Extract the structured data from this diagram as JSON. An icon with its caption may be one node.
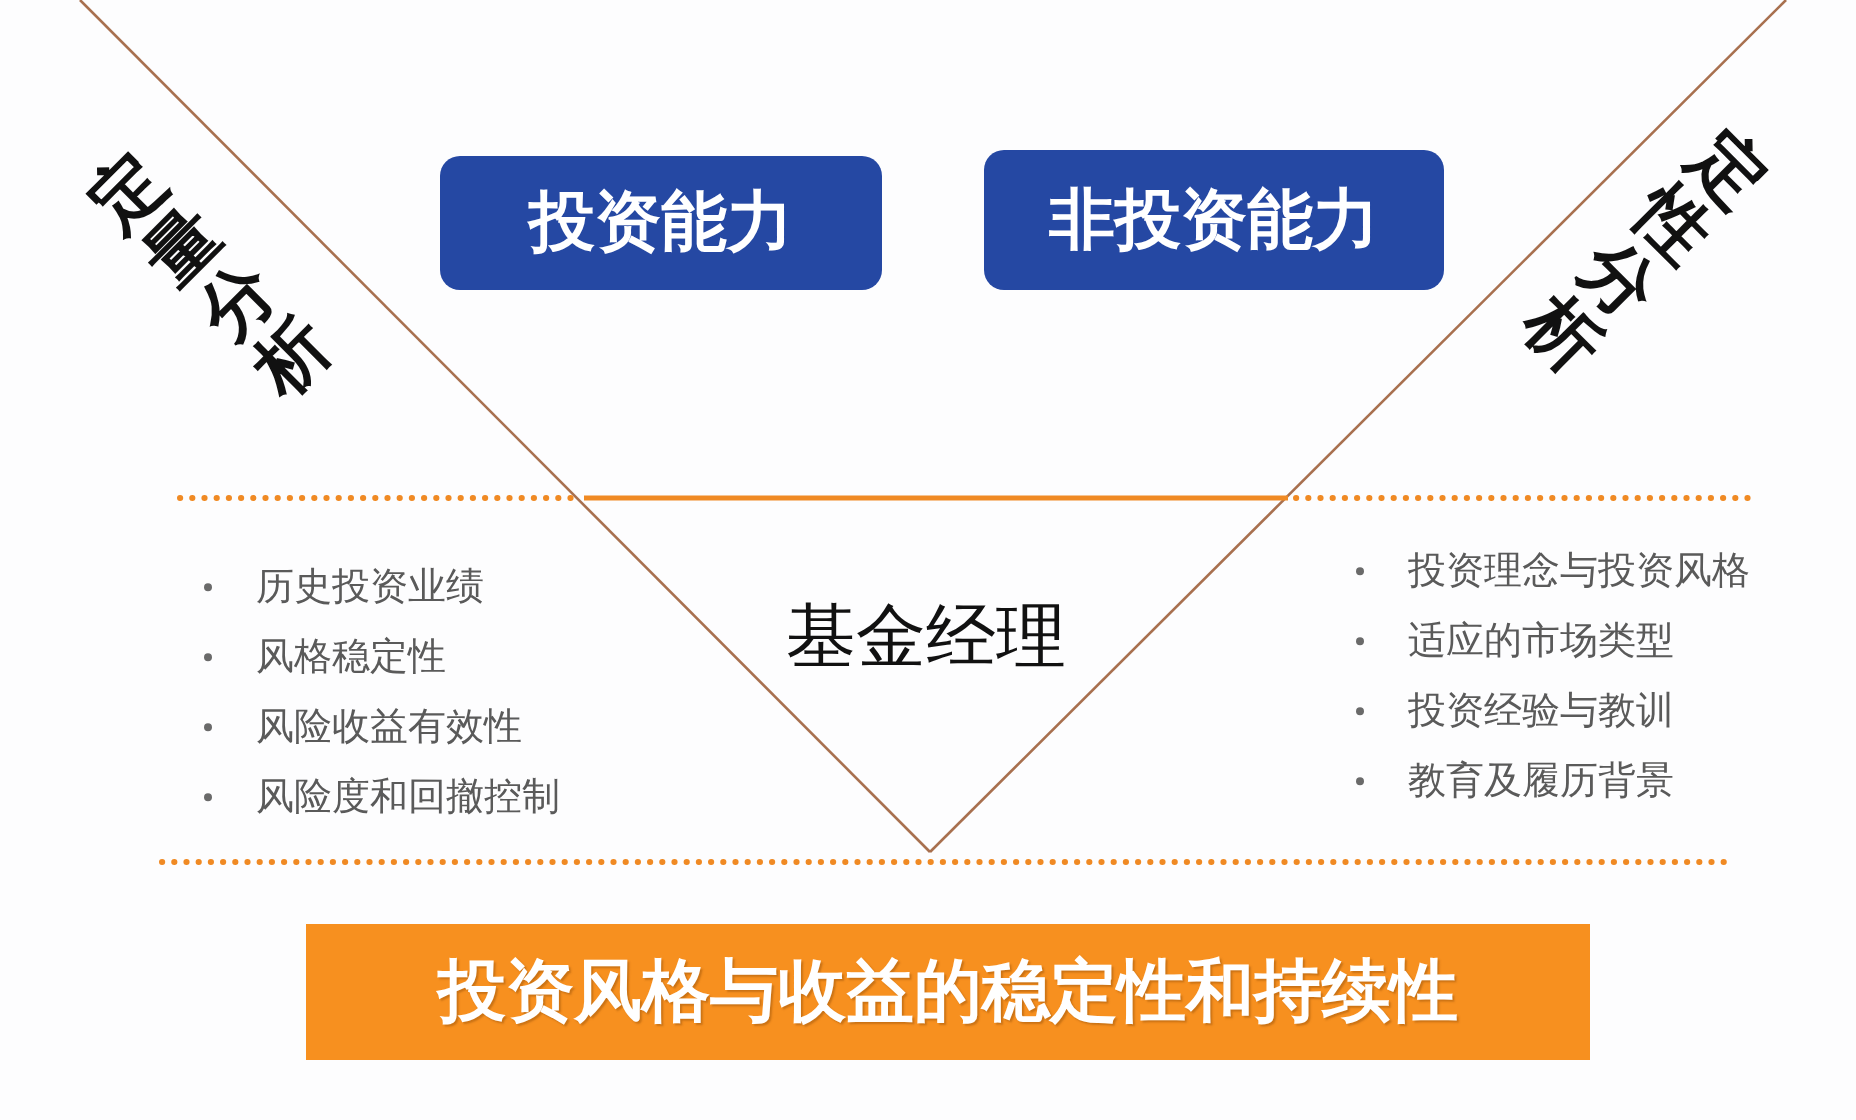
{
  "diagram": {
    "nodes": [
      {
        "text": [
          "投资能力"
        ]
      },
      {
        "text": [
          "非投资能力"
        ]
      },
      {
        "text": [
          "投资风格与收益的稳定性和持续性"
        ]
      }
    ],
    "labels": [
      "定量分析",
      "定性分析",
      "历史投资业绩",
      "风格稳定性",
      "风险收益有效性",
      "风险度和回撤控制",
      "基金经理",
      "投资理念与投资风格",
      "适应的市场类型",
      "投资经验与教训",
      "教育及履历背景"
    ]
  }
}
